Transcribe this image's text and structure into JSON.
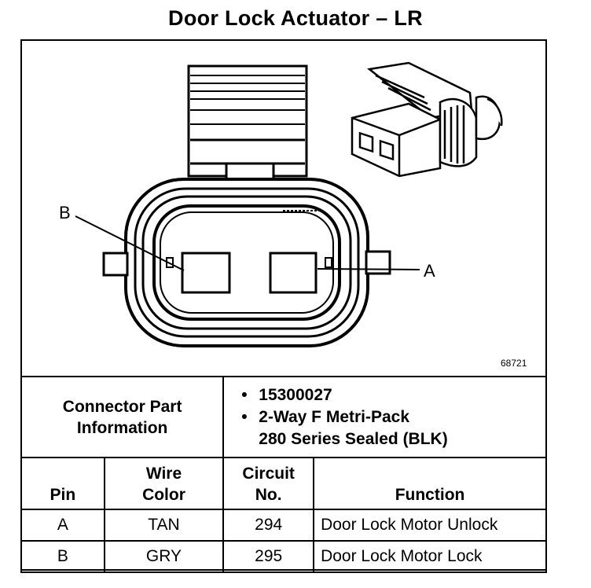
{
  "title": "Door Lock Actuator – LR",
  "figure": {
    "ref_number": "68721",
    "pin_labels": {
      "a": "A",
      "b": "B"
    }
  },
  "connector_info": {
    "label_line1": "Connector Part",
    "label_line2": "Information",
    "bullet_symbol": "•",
    "part_number": "15300027",
    "description_line1": "2-Way F Metri-Pack",
    "description_line2": "280 Series Sealed (BLK)"
  },
  "table": {
    "headers": {
      "pin": "Pin",
      "wire_color_line1": "Wire",
      "wire_color_line2": "Color",
      "circuit_line1": "Circuit",
      "circuit_line2": "No.",
      "function": "Function"
    },
    "rows": [
      {
        "pin": "A",
        "wire_color": "TAN",
        "circuit": "294",
        "function": "Door Lock Motor Unlock"
      },
      {
        "pin": "B",
        "wire_color": "GRY",
        "circuit": "295",
        "function": "Door Lock Motor Lock"
      }
    ]
  }
}
